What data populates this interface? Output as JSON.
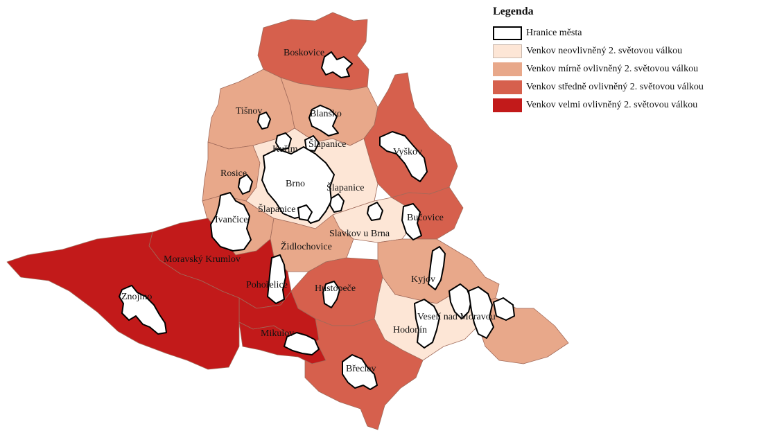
{
  "colors": {
    "border_city": "#000000",
    "unaffected": "#fde6d6",
    "mild": "#e8a88a",
    "moderate": "#d6604d",
    "heavy": "#c21a1a"
  },
  "legend": {
    "title": "Legenda",
    "items": [
      {
        "label": "Hranice města",
        "color": "#ffffff",
        "border": "#000000"
      },
      {
        "label": "Venkov neovlivněný 2. světovou válkou",
        "color": "#fde6d6",
        "border": "#c9b8ad"
      },
      {
        "label": "Venkov mírně ovlivněný 2. světovou válkou",
        "color": "#e8a88a",
        "border": "#e8a88a"
      },
      {
        "label": "Venkov středně ovlivněný 2. světovou válkou",
        "color": "#d6604d",
        "border": "#d6604d"
      },
      {
        "label": "Venkov velmi ovlivněný 2. světovou válkou",
        "color": "#c21a1a",
        "border": "#c21a1a"
      }
    ]
  },
  "map": {
    "labels": {
      "boskovice": "Boskovice",
      "tisnov": "Tišnov",
      "blansko": "Blansko",
      "kurim": "Kuřim",
      "slapanice_n": "Šlapanice",
      "vyskov": "Vyškov",
      "rosice": "Rosice",
      "brno": "Brno",
      "slapanice_e": "Šlapanice",
      "slapanice_s": "Šlapanice",
      "ivancice": "Ivančice",
      "bucovice": "Bučovice",
      "slavkov": "Slavkov u Brna",
      "zidlochovice": "Židlochovice",
      "moravsky_krumlov": "Moravský Krumlov",
      "pohorelice": "Pohořelice",
      "hustopece": "Hustopeče",
      "kyjov": "Kyjov",
      "znojmo": "Znojmo",
      "veseli": "Veselí nad Moravou",
      "hodonin": "Hodonín",
      "mikulov": "Mikulov",
      "breclav": "Břeclav"
    }
  }
}
